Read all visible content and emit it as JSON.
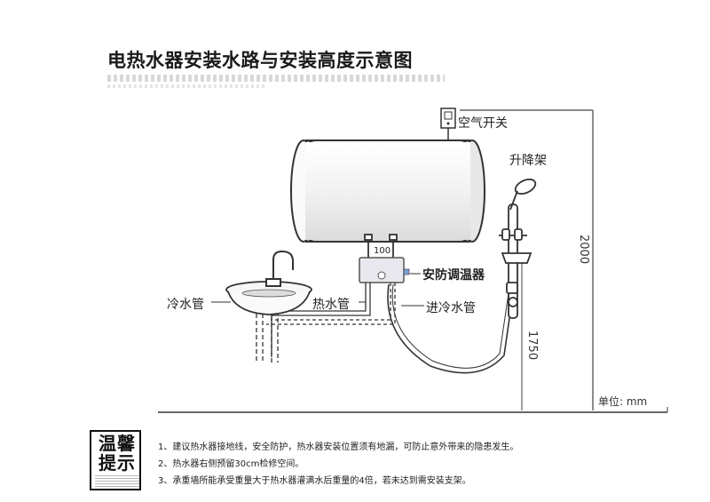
{
  "title": "电热水器安装水路与安装高度示意图",
  "labels": {
    "air_switch": "空气开关",
    "lift_rack": "升降架",
    "cold_pipe": "冷水管",
    "hot_pipe": "热水管",
    "mixer": "安防调温器",
    "inlet_pipe": "进冷水管",
    "mixer_value": "100"
  },
  "dimensions": {
    "height_2000": "2000",
    "height_1750": "1750",
    "unit": "单位: mm"
  },
  "tips": {
    "title": "温馨提示",
    "notes": [
      "1、建议热水器接地线，安全防护，热水器安装位置须有地漏，可防止意外带来的隐患发生。",
      "2、热水器右侧预留30cm检修空间。",
      "3、承重墙所能承受重量大于热水器灌满水后重量的4倍，若未达到需安装支架。"
    ]
  },
  "colors": {
    "line": "#333333",
    "tank_fill": "#f4f4f4"
  }
}
